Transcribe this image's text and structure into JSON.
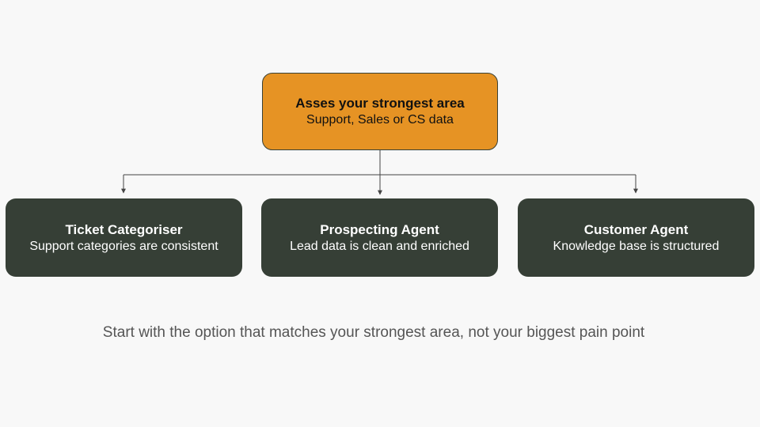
{
  "root": {
    "title": "Asses your strongest area",
    "subtitle": "Support, Sales or CS data",
    "fill_color": "#e69324"
  },
  "children": [
    {
      "title": "Ticket Categoriser",
      "subtitle": "Support categories are consistent"
    },
    {
      "title": "Prospecting Agent",
      "subtitle": "Lead data is clean and enriched"
    },
    {
      "title": "Customer Agent",
      "subtitle": "Knowledge base is structured"
    }
  ],
  "child_fill_color": "#363f36",
  "connector_color": "#444444",
  "footnote": "Start with the option that matches your strongest area, not your biggest pain point"
}
